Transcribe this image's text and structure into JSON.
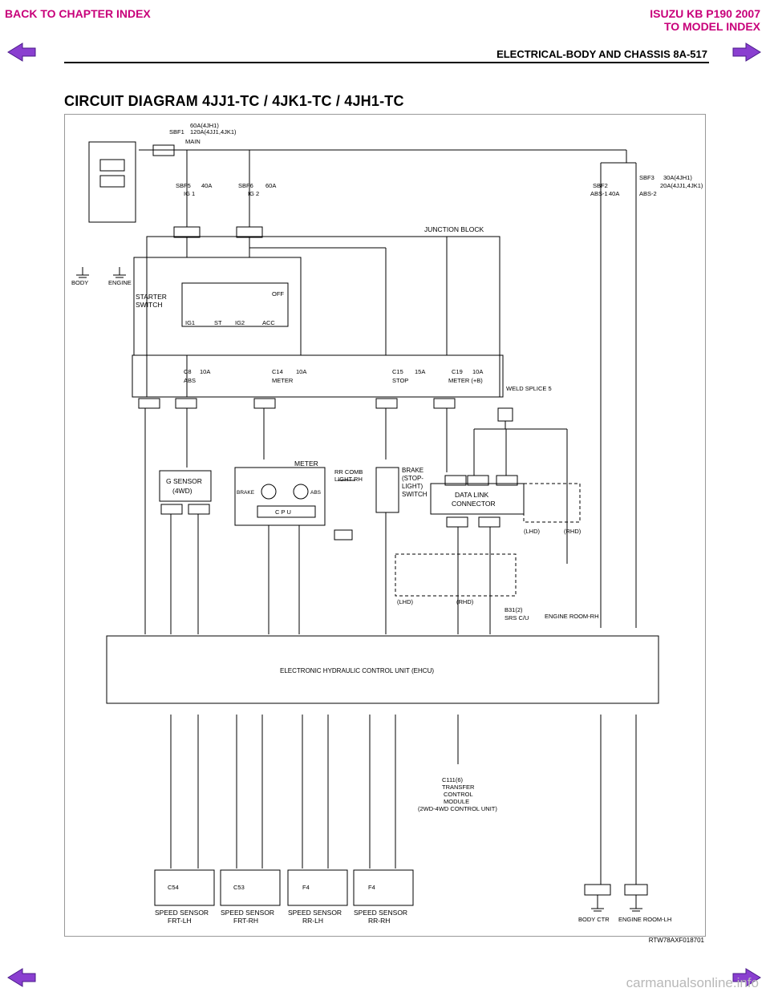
{
  "nav": {
    "back_to_chapter": "BACK TO CHAPTER INDEX",
    "model_line1": "ISUZU KB P190 2007",
    "model_line2": "TO MODEL INDEX"
  },
  "header": {
    "section": "ELECTRICAL-BODY AND CHASSIS  8A-517"
  },
  "page_title": "CIRCUIT DIAGRAM 4JJ1-TC / 4JK1-TC / 4JH1-TC",
  "diagram": {
    "junction_block": "JUNCTION BLOCK",
    "starter_switch": [
      "STARTER",
      "SWITCH"
    ],
    "meter": "METER",
    "gsensor": [
      "G SENSOR",
      "(4WD)"
    ],
    "brake_switch": [
      "BRAKE",
      "(STOP-",
      "LIGHT)",
      "SWITCH"
    ],
    "data_link": [
      "DATA LINK",
      "CONNECTOR"
    ],
    "weld_splice": "WELD SPLICE 5",
    "ehcu": "ELECTRONIC HYDRAULIC CONTROL UNIT (EHCU)",
    "transfer_module": [
      "C111(6)",
      "TRANSFER",
      "CONTROL",
      "MODULE",
      "(2WD-4WD CONTROL UNIT)"
    ],
    "srs": [
      "B31(2)",
      "SRS C/U"
    ],
    "rr_comb": [
      "RR COMB",
      "LIGHT RH"
    ],
    "fuses": [
      {
        "id": "SBF1",
        "rating": "60A(4JH1)",
        "rating2": "120A(4JJ1,4JK1)",
        "name": "MAIN"
      },
      {
        "id": "SBF5",
        "rating": "40A",
        "name": "IG 1"
      },
      {
        "id": "SBF6",
        "rating": "60A",
        "name": "IG 2"
      },
      {
        "id": "SBF2",
        "rating": "40A",
        "name": "ABS-1"
      },
      {
        "id": "SBF3",
        "rating": "30A(4JH1)",
        "rating2": "20A(4JJ1,4JK1)",
        "name": "ABS-2"
      },
      {
        "id": "C8",
        "rating": "10A",
        "name": "ABS"
      },
      {
        "id": "C14",
        "rating": "10A",
        "name": "METER"
      },
      {
        "id": "C15",
        "rating": "15A",
        "name": "STOP"
      },
      {
        "id": "C19",
        "rating": "10A",
        "name": "METER (+B)"
      }
    ],
    "sensors": [
      {
        "name": "SPEED SENSOR",
        "pos": "FRT-LH",
        "conn": "C54"
      },
      {
        "name": "SPEED SENSOR",
        "pos": "FRT-RH",
        "conn": "C53"
      },
      {
        "name": "SPEED SENSOR",
        "pos": "RR-LH",
        "conn": "F4"
      },
      {
        "name": "SPEED SENSOR",
        "pos": "RR-RH",
        "conn": "F4"
      }
    ],
    "grounds": [
      "BODY",
      "ENGINE",
      "ENGINE ROOM-RH",
      "BODY CTR",
      "ENGINE ROOM-LH"
    ],
    "labels": {
      "lhd": "(LHD)",
      "rhd": "(RHD)",
      "ig1": "IG1",
      "st": "ST",
      "ig2": "IG2",
      "acc": "ACC",
      "off": "OFF",
      "brake": "BRAKE",
      "abs": "ABS",
      "cpu": "C P U"
    }
  },
  "ref_code": "RTW78AXF018701",
  "watermark": "carmanualsonline.info",
  "colors": {
    "nav": "#c8007a",
    "arrow": "#7b2fbf"
  }
}
